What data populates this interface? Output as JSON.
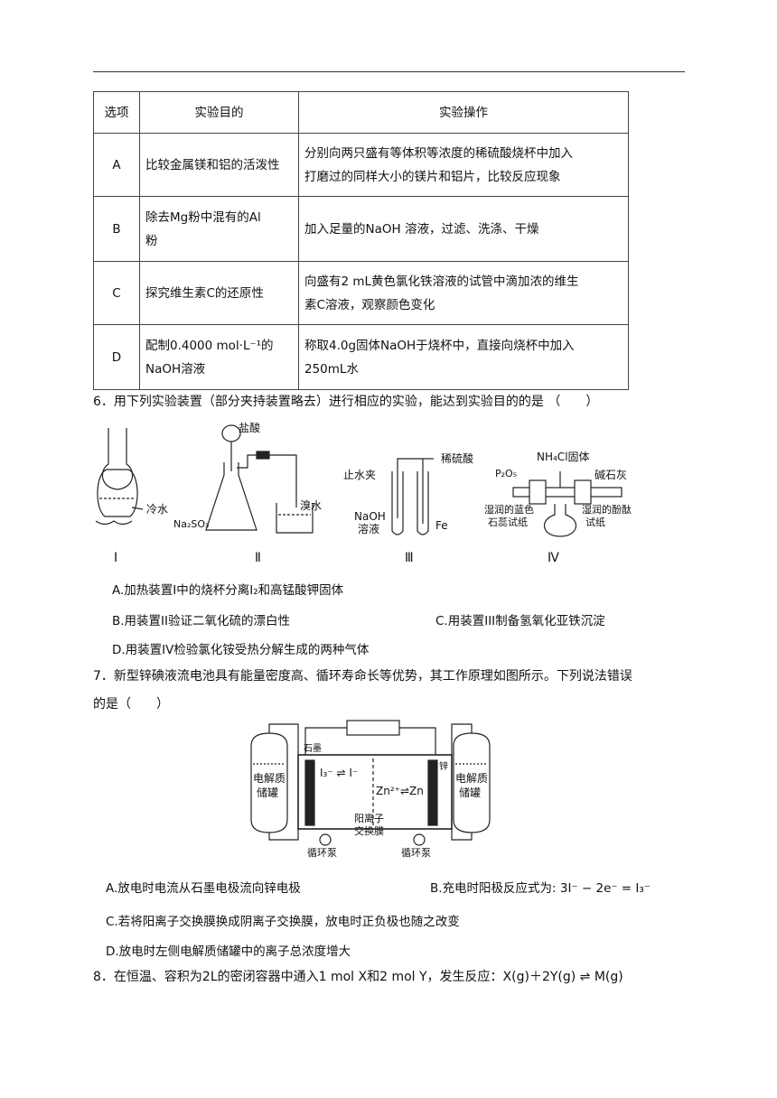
{
  "table": {
    "headers": [
      "选项",
      "实验目的",
      "实验操作"
    ],
    "rows": [
      {
        "option": "A",
        "purpose": [
          "比较金属镁和铝的活泼性"
        ],
        "operation": [
          "分别向两只盛有等体积等浓度的稀硫酸烧杯中加入",
          "打磨过的同样大小的镁片和铝片，比较反应现象"
        ]
      },
      {
        "option": "B",
        "purpose": [
          "除去Mg粉中混有的Al",
          "粉"
        ],
        "operation": [
          "加入足量的NaOH 溶液，过滤、洗涤、干燥"
        ]
      },
      {
        "option": "C",
        "purpose": [
          "探究维生素C的还原性"
        ],
        "operation": [
          "向盛有2 mL黄色氯化铁溶液的试管中滴加浓的维生",
          "素C溶液，观察颜色变化"
        ]
      },
      {
        "option": "D",
        "purpose": [
          "配制0.4000 mol·L⁻¹的",
          "NaOH溶液"
        ],
        "operation": [
          "称取4.0g固体NaOH于烧杯中，直接向烧杯中加入",
          "250mL水"
        ]
      }
    ]
  },
  "q6": {
    "stem": "6．用下列实验装置（部分夹持装置略去）进行相应的实验，能达到实验目的的是 （　　）",
    "fig": {
      "cold_water": "冷水",
      "hcl": "盐酸",
      "na2so3": "Na₂SO₃",
      "bromine_water": "溴水",
      "clamp": "止水夹",
      "dilute_h2so4": "稀硫酸",
      "naoh_sol_1": "NaOH",
      "naoh_sol_2": "溶液",
      "fe": "Fe",
      "nh4cl": "NH₄Cl固体",
      "p2o5": "P₂O₅",
      "soda_lime": "碱石灰",
      "blue_litmus_1": "湿润的蓝色",
      "blue_litmus_2": "石蕊试纸",
      "phenol_1": "湿润的酚酞",
      "phenol_2": "试纸",
      "labels": [
        "Ⅰ",
        "Ⅱ",
        "Ⅲ",
        "Ⅳ"
      ]
    },
    "choices": {
      "A": "A.加热装置I中的烧杯分离I₂和高锰酸钾固体",
      "B": "B.用装置II验证二氧化硫的漂白性",
      "C": "C.用装置III制备氢氧化亚铁沉淀",
      "D": "D.用装置IV检验氯化铵受热分解生成的两种气体"
    }
  },
  "q7": {
    "stem_line1": "7．新型锌碘液流电池具有能量密度高、循环寿命长等优势，其工作原理如图所示。下列说法错误",
    "stem_line2": "的是（　　）",
    "fig": {
      "graphite": "石墨",
      "zinc": "锌",
      "tank_left_1": "电解质",
      "tank_left_2": "储罐",
      "tank_right_1": "电解质",
      "tank_right_2": "储罐",
      "left_reaction": "I₃⁻ ⇌ I⁻",
      "right_reaction": "Zn²⁺⇌Zn",
      "membrane_1": "阳离子",
      "membrane_2": "交换膜",
      "pump_left": "循环泵",
      "pump_right": "循环泵"
    },
    "choices": {
      "A": "A.放电时电流从石墨电极流向锌电极",
      "B": "B.充电时阳极反应式为: 3I⁻ − 2e⁻ = I₃⁻",
      "C": "C.若将阳离子交换膜换成阴离子交换膜，放电时正负极也随之改变",
      "D": "D.放电时左侧电解质储罐中的离子总浓度增大"
    }
  },
  "q8": {
    "stem": "8．在恒温、容积为2L的密闭容器中通入1 mol X和2 mol Y，发生反应：X(g)＋2Y(g) ⇌ M(g)"
  }
}
